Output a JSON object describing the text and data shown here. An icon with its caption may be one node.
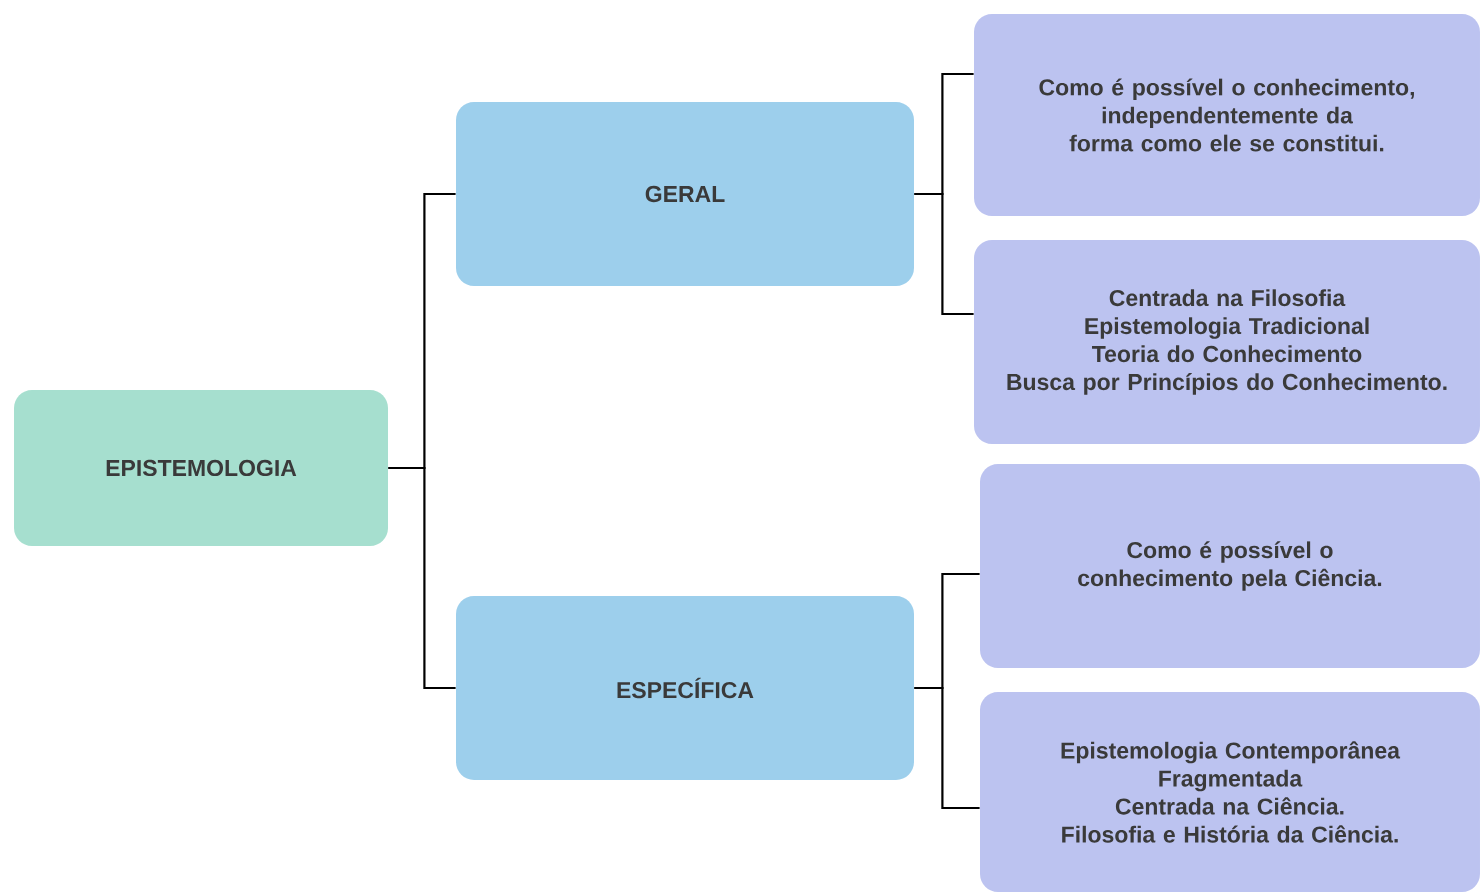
{
  "diagram": {
    "nodes": [
      {
        "text": [
          "EPISTEMOLOGIA"
        ]
      },
      {
        "text": [
          "GERAL"
        ]
      },
      {
        "text": [
          "ESPECÍFICA"
        ]
      },
      {
        "text": [
          "Como é possível o conhecimento, independentemente da forma como ele se constitui."
        ]
      },
      {
        "text": [
          "Centrada na Filosofia",
          "Epistemologia Tradicional",
          "Teoria do Conhecimento",
          "Busca por Princípios do Conhecimento."
        ]
      },
      {
        "text": [
          "Como é possível o conhecimento pela Ciência."
        ]
      },
      {
        "text": [
          "Epistemologia Contemporânea",
          "Fragmentada",
          "Centrada na Ciência.",
          "Filosofia e História da Ciência."
        ]
      }
    ],
    "edges": [
      {
        "from": 0,
        "to": 1,
        "arrow": "none"
      },
      {
        "from": 0,
        "to": 2,
        "arrow": "none"
      },
      {
        "from": 1,
        "to": 3,
        "arrow": "none"
      },
      {
        "from": 1,
        "to": 4,
        "arrow": "none"
      },
      {
        "from": 2,
        "to": 5,
        "arrow": "none"
      },
      {
        "from": 2,
        "to": 6,
        "arrow": "none"
      }
    ]
  }
}
